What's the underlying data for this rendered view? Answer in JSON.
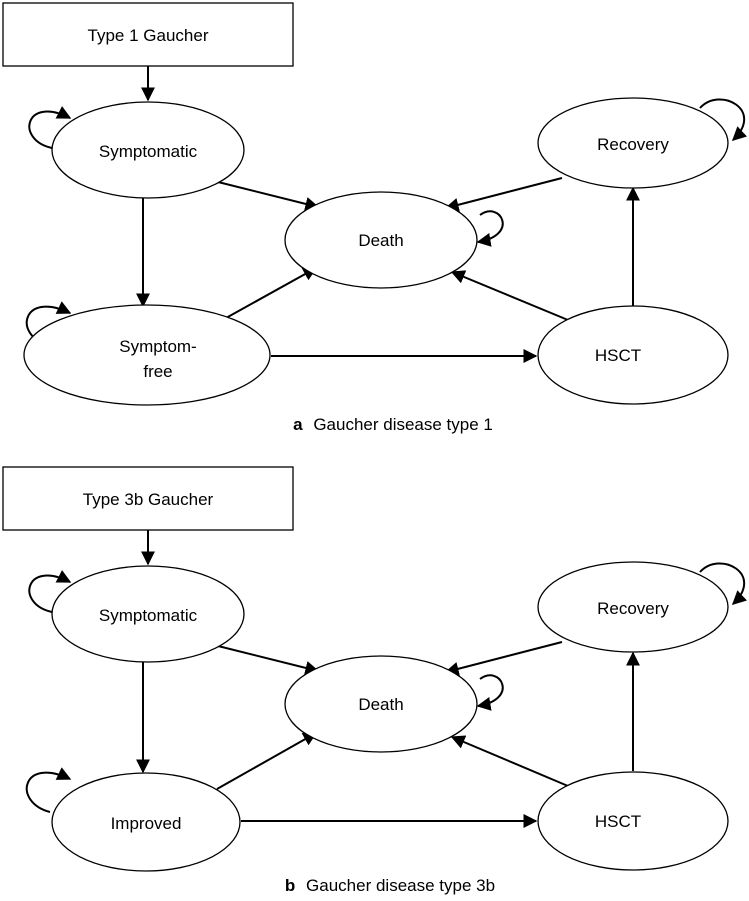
{
  "diagram_a": {
    "caption_letter": "a",
    "caption_text": "Gaucher disease type 1",
    "nodes": {
      "start": "Type 1 Gaucher",
      "symptomatic": "Symptomatic",
      "death": "Death",
      "recovery": "Recovery",
      "second_state_line1": "Symptom-",
      "second_state_line2": "free",
      "hsct": "HSCT"
    }
  },
  "diagram_b": {
    "caption_letter": "b",
    "caption_text": "Gaucher disease type 3b",
    "nodes": {
      "start": "Type 3b Gaucher",
      "symptomatic": "Symptomatic",
      "death": "Death",
      "recovery": "Recovery",
      "second_state": "Improved",
      "hsct": "HSCT"
    }
  },
  "colors": {
    "stroke": "#000000",
    "background": "#ffffff"
  }
}
